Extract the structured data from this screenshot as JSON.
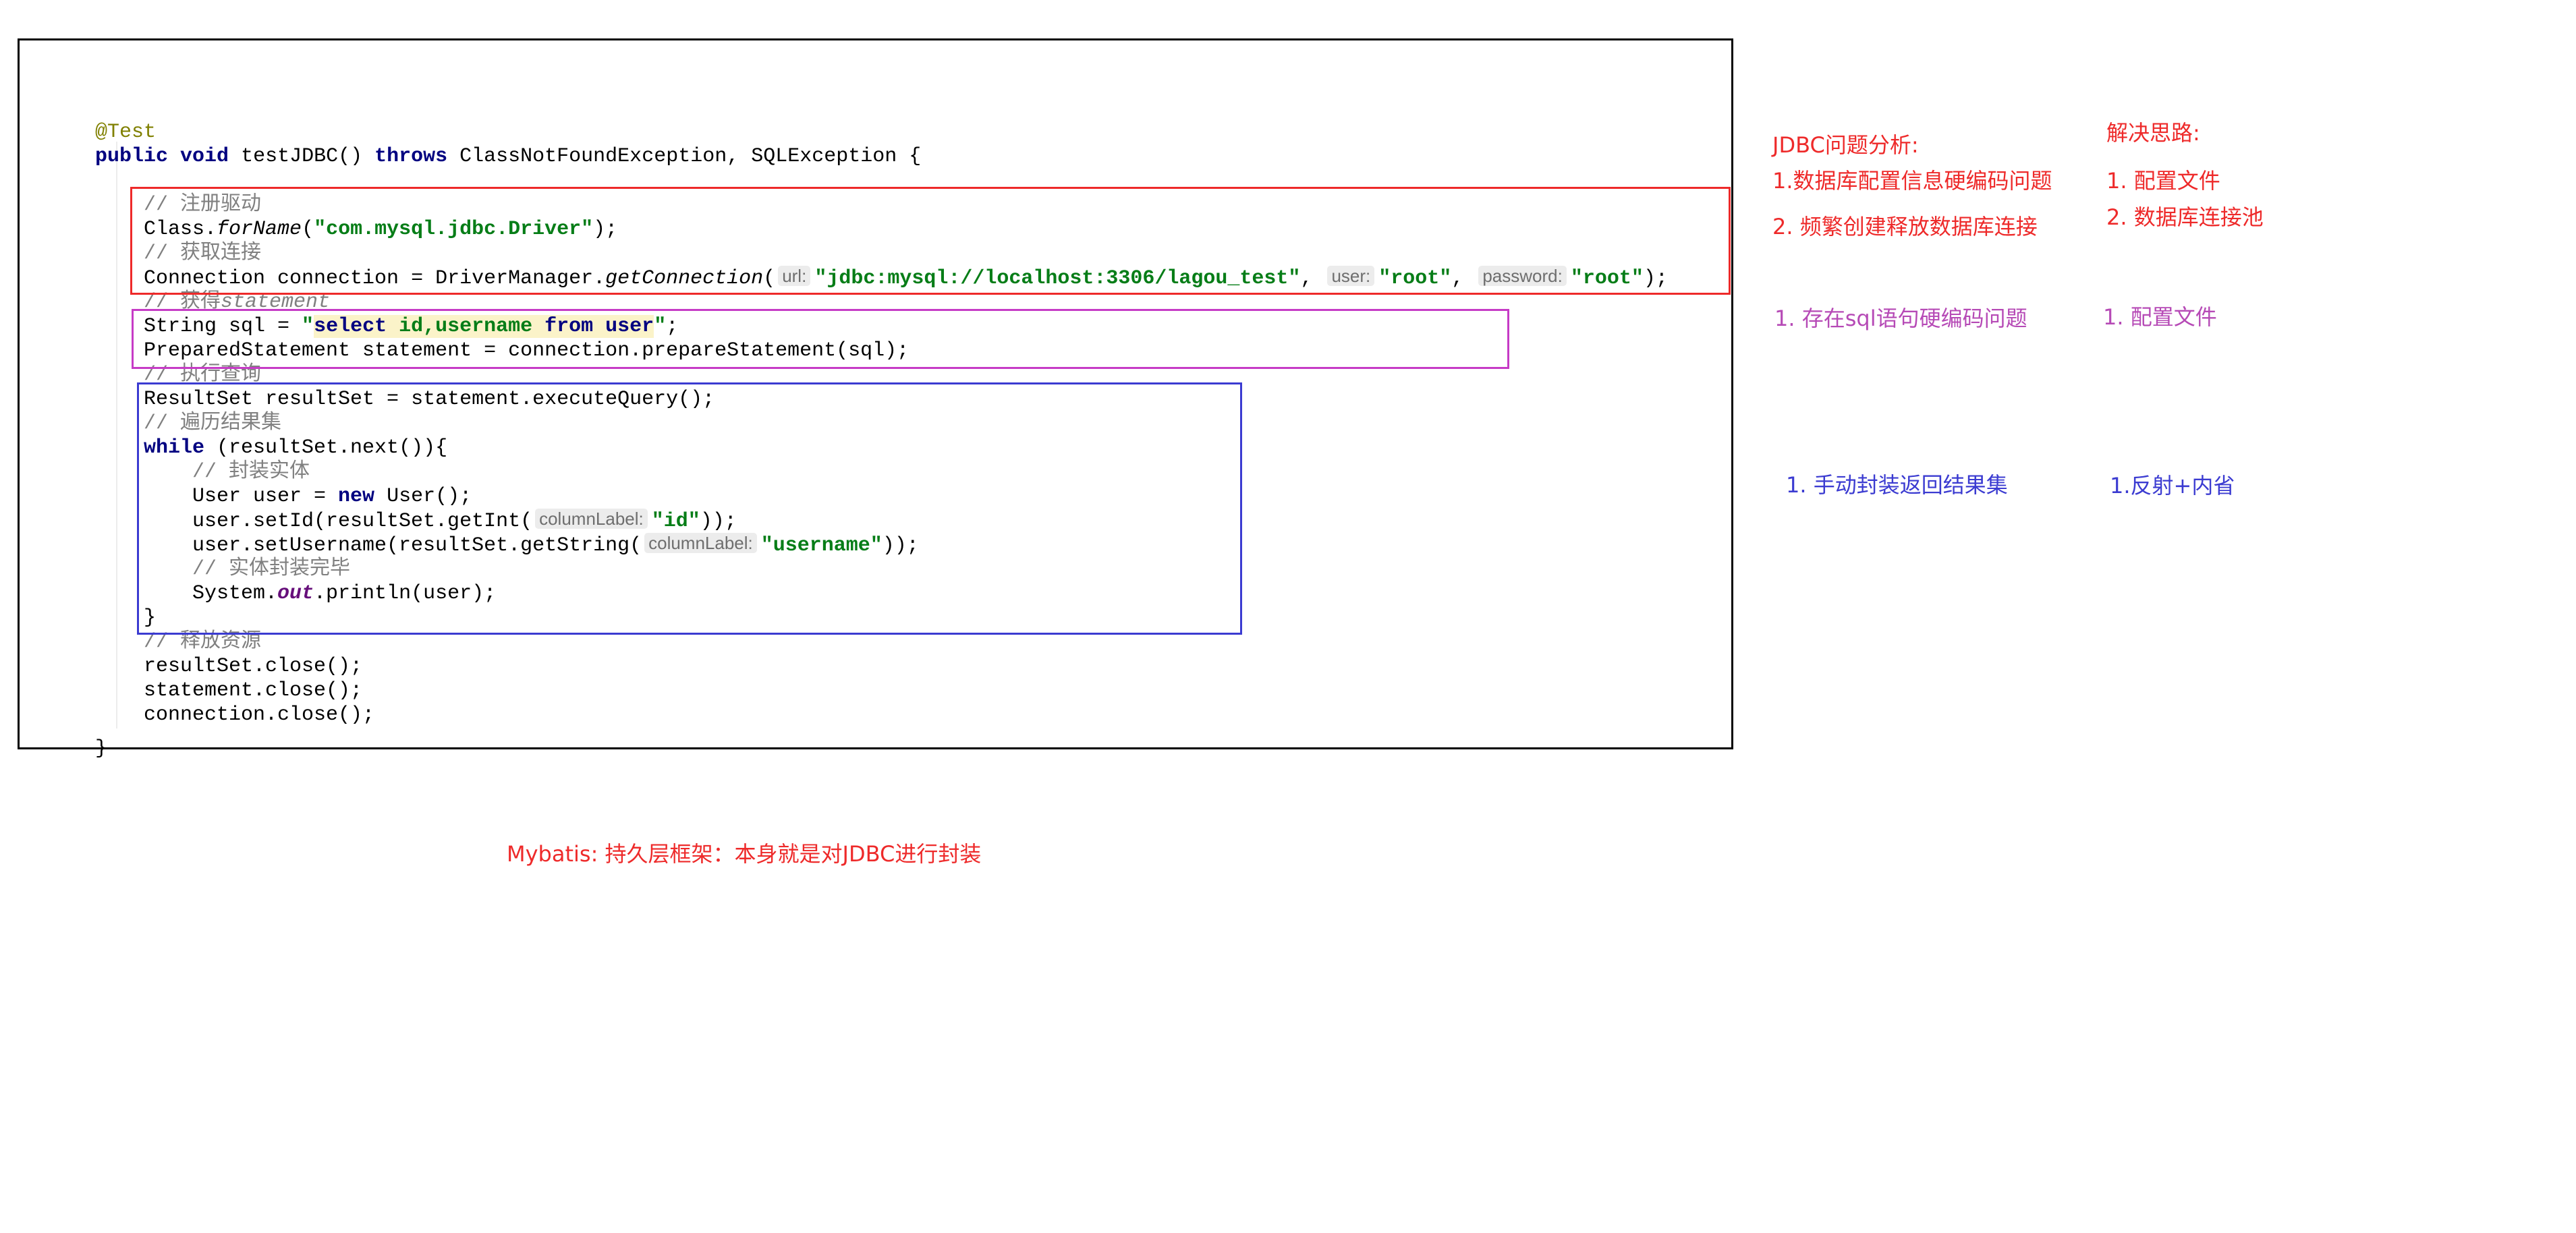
{
  "colors": {
    "problem_red": "#ee2a2a",
    "problem_magenta": "#b64ab6",
    "problem_blue": "#3b3bd1",
    "keyword": "#000080",
    "string": "#067d17",
    "annotation": "#808000",
    "comment": "#808080"
  },
  "code": {
    "annotation": "@Test",
    "signature": {
      "kw_public": "public",
      "kw_void": "void",
      "method": " testJDBC() ",
      "kw_throws": "throws",
      "exceptions": " ClassNotFoundException, SQLException {"
    },
    "comment_register": "// 注册驱动",
    "forname": {
      "pre": "Class.",
      "method": "forName",
      "open": "(",
      "str": "\"com.mysql.jdbc.Driver\"",
      "close": ");"
    },
    "comment_connect": "// 获取连接",
    "getconnection": {
      "pre": "Connection connection = DriverManager.",
      "method": "getConnection",
      "open": "(",
      "hint_url": "url:",
      "url": "\"jdbc:mysql://localhost:3306/lagou_test\"",
      "sep1": ",",
      "hint_user": "user:",
      "user": "\"root\"",
      "sep2": ",",
      "hint_password": "password:",
      "password": "\"root\"",
      "close": ");"
    },
    "comment_statement_pre": "// 获得",
    "comment_statement_word": "statement",
    "sql": {
      "pre": "String sql = ",
      "quote_open": "\"",
      "kw_select": "select",
      "cols": " id,username ",
      "kw_from": "from",
      "space": " ",
      "table": "user",
      "quote_close": "\"",
      "end": ";"
    },
    "prepare": "PreparedStatement statement = connection.prepareStatement(sql);",
    "comment_execute": "// 执行查询",
    "execute": "ResultSet resultSet = statement.executeQuery();",
    "comment_iterate": "// 遍历结果集",
    "while_line": {
      "kw": "while",
      "rest": " (resultSet.next()){"
    },
    "comment_wrap": "// 封装实体",
    "new_user": {
      "pre": "User user = ",
      "kw": "new",
      "post": " User();"
    },
    "set_id": {
      "pre": "user.setId(resultSet.getInt(",
      "hint": "columnLabel:",
      "str": "\"id\"",
      "close": "));"
    },
    "set_username": {
      "pre": "user.setUsername(resultSet.getString(",
      "hint": "columnLabel:",
      "str": "\"username\"",
      "close": "));"
    },
    "comment_done": "// 实体封装完毕",
    "println": {
      "pre": "System.",
      "field": "out",
      "post": ".println(user);"
    },
    "while_close": "}",
    "comment_release": "// 释放资源",
    "close_rs": "resultSet.close();",
    "close_st": "statement.close();",
    "close_conn": "connection.close();",
    "method_close": "}"
  },
  "notes": {
    "analysis_title": "JDBC问题分析:",
    "solution_title": "解决思路:",
    "problem1": "1.数据库配置信息硬编码问题",
    "problem2": "2. 频繁创建释放数据库连接",
    "solution1": "1. 配置文件",
    "solution2": "2. 数据库连接池",
    "problem3": "1. 存在sql语句硬编码问题",
    "solution3": "1. 配置文件",
    "problem4": "1. 手动封装返回结果集",
    "solution4": "1.反射+内省",
    "mybatis": "Mybatis: 持久层框架：本身就是对JDBC进行封装"
  }
}
